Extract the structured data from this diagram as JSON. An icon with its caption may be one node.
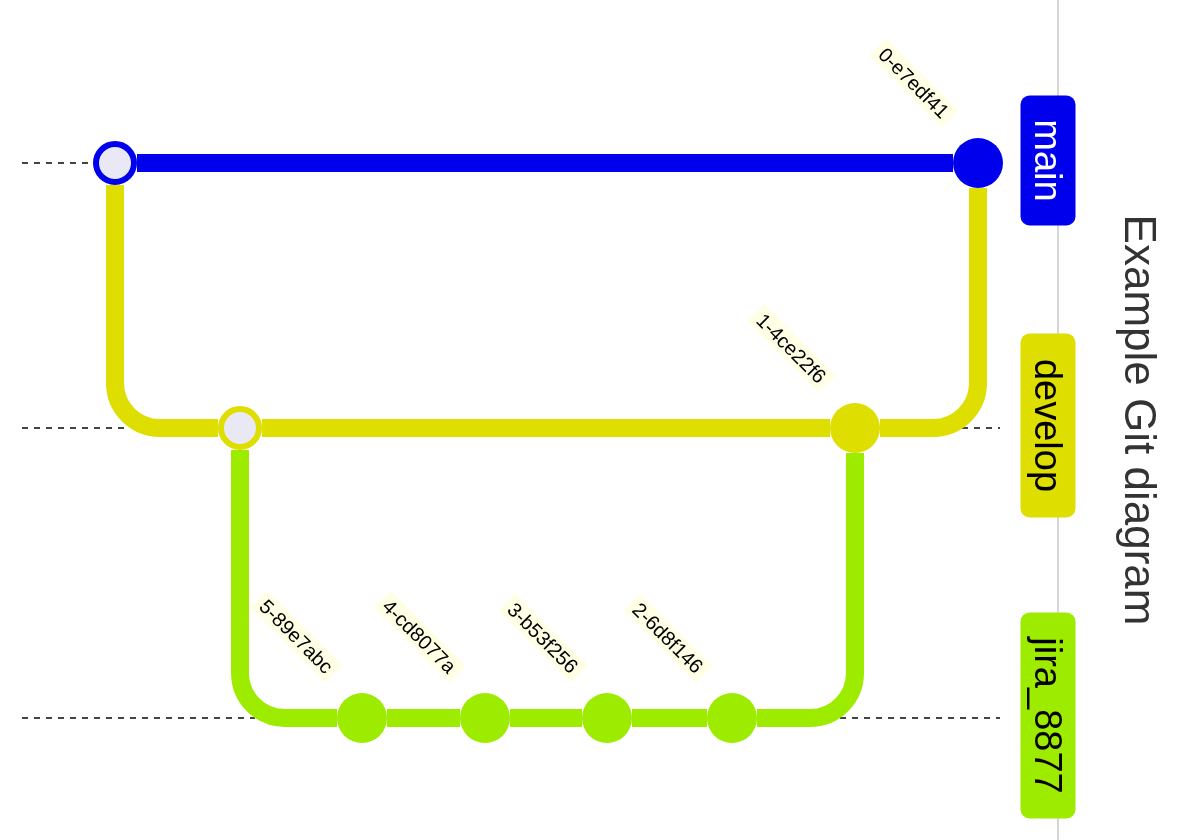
{
  "diagram": {
    "title": "Example Git diagram",
    "nodes": [
      {
        "text": [],
        "shape": "circle",
        "beside": [
          "0-e7edf41"
        ]
      },
      {
        "text": [],
        "shape": "circle",
        "beside": [
          "1-4ce22f6"
        ]
      },
      {
        "text": [],
        "shape": "circle",
        "beside": [
          "2-6d8f146"
        ]
      },
      {
        "text": [],
        "shape": "circle",
        "beside": [
          "3-b53f256"
        ]
      },
      {
        "text": [],
        "shape": "circle",
        "beside": [
          "4-cd8077a"
        ]
      },
      {
        "text": [],
        "shape": "circle",
        "beside": [
          "5-89e7abc"
        ]
      },
      {
        "text": [],
        "shape": "circle"
      },
      {
        "text": [],
        "shape": "circle"
      },
      {
        "text": [
          "main"
        ]
      },
      {
        "text": [
          "develop"
        ]
      },
      {
        "text": [
          "jira_8877"
        ]
      }
    ],
    "edges": [
      {
        "from": 0,
        "to": 1,
        "arrow": "none",
        "color": "#dede00"
      },
      {
        "from": 1,
        "to": 2,
        "arrow": "none"
      },
      {
        "from": 2,
        "to": 3,
        "arrow": "none"
      },
      {
        "from": 3,
        "to": 4,
        "arrow": "none"
      },
      {
        "from": 4,
        "to": 5,
        "arrow": "none"
      },
      {
        "from": 5,
        "to": 6,
        "arrow": "none"
      },
      {
        "from": 1,
        "to": 6,
        "arrow": "none",
        "color": "#dede00"
      },
      {
        "from": 6,
        "to": 7,
        "arrow": "none",
        "color": "#dede00"
      },
      {
        "from": 0,
        "to": 7,
        "arrow": "none",
        "color": "#0000ec"
      }
    ]
  }
}
